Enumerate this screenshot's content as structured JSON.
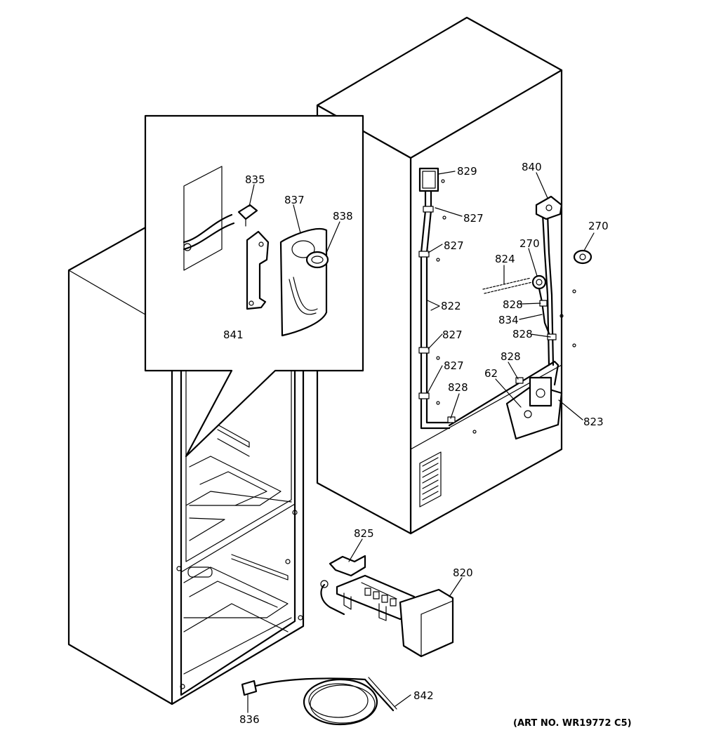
{
  "callouts": {
    "835": "835",
    "837": "837",
    "838": "838",
    "841": "841",
    "829": "829",
    "827_a": "827",
    "827_b": "827",
    "827_c": "827",
    "827_d": "827",
    "822": "822",
    "840": "840",
    "270_a": "270",
    "270_b": "270",
    "824": "824",
    "828_a": "828",
    "834": "834",
    "828_b": "828",
    "828_c": "828",
    "828_d": "828",
    "62": "62",
    "823": "823",
    "825": "825",
    "820": "820",
    "842": "842",
    "836": "836"
  },
  "art_number": "(ART NO. WR19772 C5)"
}
